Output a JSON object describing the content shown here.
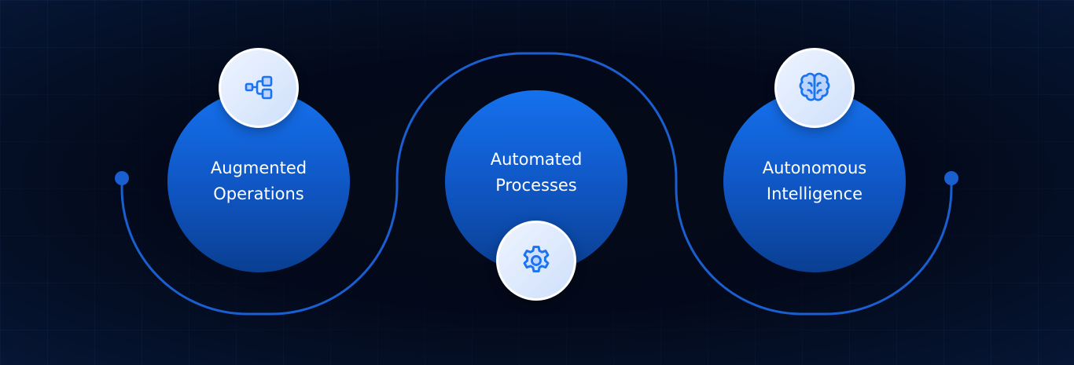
{
  "stages": [
    {
      "label_line1": "Augmented",
      "label_line2": "Operations",
      "icon": "flowchart-icon"
    },
    {
      "label_line1": "Automated",
      "label_line2": "Processes",
      "icon": "gear-icon"
    },
    {
      "label_line1": "Autonomous",
      "label_line2": "Intelligence",
      "icon": "brain-icon"
    }
  ],
  "colors": {
    "accent": "#1571ee",
    "line": "#1a5fd0",
    "background": "#03091a"
  }
}
